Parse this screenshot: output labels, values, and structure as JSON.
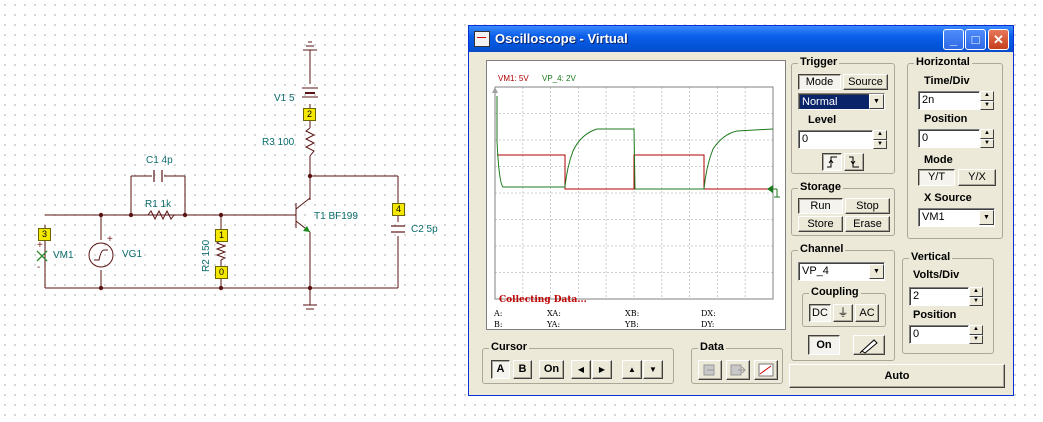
{
  "schematic": {
    "labels": {
      "v1": "V1 5",
      "r3": "R3 100",
      "c1": "C1 4p",
      "r1": "R1 1k",
      "t1": "T1 BF199",
      "c2": "C2 5p",
      "vm1": "VM1",
      "vg1": "VG1",
      "r2": "R2 150"
    },
    "node_tags": {
      "n3": "3",
      "n2": "2",
      "n1": "1",
      "n0": "0",
      "n4": "4"
    },
    "signs": {
      "plus": "+",
      "minus": "-"
    }
  },
  "window": {
    "title": "Oscilloscope - Virtual",
    "controls": {
      "minimize": "_",
      "maximize": "□",
      "close": "✕"
    }
  },
  "screen": {
    "legend_vm1": "VM1: 5V",
    "legend_vp4": "VP_4: 2V",
    "status": "Collecting Data...",
    "readouts": {
      "a": "A:",
      "b": "B:",
      "xa": "XA:",
      "ya": "YA:",
      "xb": "XB:",
      "yb": "YB:",
      "dx": "DX:",
      "dy": "DY:"
    },
    "colors": {
      "vm1": "#b00000",
      "vp4": "#1c7a1c"
    }
  },
  "cursor": {
    "title": "Cursor",
    "a": "A",
    "b": "B",
    "on": "On",
    "left": "◀",
    "right": "▶",
    "up": "▲",
    "down": "▼"
  },
  "data_group": {
    "title": "Data"
  },
  "trigger": {
    "title": "Trigger",
    "mode": "Mode",
    "source": "Source",
    "mode_value": "Normal",
    "level_label": "Level",
    "level_value": "0"
  },
  "storage": {
    "title": "Storage",
    "run": "Run",
    "stop": "Stop",
    "store": "Store",
    "erase": "Erase"
  },
  "horizontal": {
    "title": "Horizontal",
    "time_div_label": "Time/Div",
    "time_div_value": "2n",
    "position_label": "Position",
    "position_value": "0",
    "mode_label": "Mode",
    "yt": "Y/T",
    "yx": "Y/X",
    "x_source_label": "X Source",
    "x_source_value": "VM1"
  },
  "channel": {
    "title": "Channel",
    "value": "VP_4",
    "coupling_title": "Coupling",
    "dc": "DC",
    "gnd": "⏚",
    "ac": "AC",
    "on": "On"
  },
  "vertical": {
    "title": "Vertical",
    "volts_div_label": "Volts/Div",
    "volts_div_value": "2",
    "position_label": "Position",
    "position_value": "0"
  },
  "auto": "Auto"
}
